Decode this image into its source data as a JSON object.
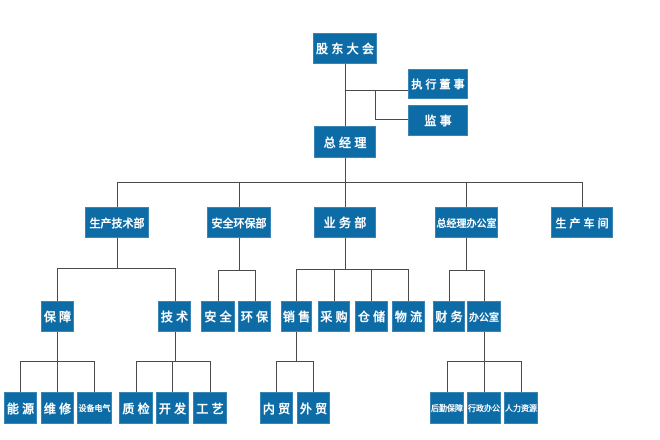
{
  "org": {
    "colors": {
      "node_fill": "#0d6ba6",
      "node_text": "#ffffff",
      "connector": "#4a4a4a",
      "background": "#ffffff"
    },
    "nodes": {
      "shareholders_meeting": {
        "label": "股 东 大 会"
      },
      "executive_director": {
        "label": "执 行 董 事"
      },
      "supervisor": {
        "label": "监 事"
      },
      "general_manager": {
        "label": "总 经 理"
      },
      "production_tech_dept": {
        "label": "生产技术部"
      },
      "safety_env_dept": {
        "label": "安全环保部"
      },
      "business_dept": {
        "label": "业 务 部"
      },
      "gm_office": {
        "label": "总经理办公室"
      },
      "production_workshop": {
        "label": "生 产 车 间"
      },
      "support": {
        "label": "保 障"
      },
      "technology": {
        "label": "技 术"
      },
      "safety": {
        "label": "安 全"
      },
      "environment": {
        "label": "环 保"
      },
      "sales": {
        "label": "销 售"
      },
      "procurement": {
        "label": "采 购"
      },
      "warehousing": {
        "label": "仓 储"
      },
      "logistics": {
        "label": "物 流"
      },
      "finance": {
        "label": "财 务"
      },
      "office": {
        "label": "办公室"
      },
      "energy": {
        "label": "能 源"
      },
      "maintenance": {
        "label": "维 修"
      },
      "equipment_electrical": {
        "label": "设备电气"
      },
      "quality_inspection": {
        "label": "质 检"
      },
      "development": {
        "label": "开 发"
      },
      "process": {
        "label": "工 艺"
      },
      "domestic_trade": {
        "label": "内 贸"
      },
      "foreign_trade": {
        "label": "外 贸"
      },
      "logistics_support": {
        "label": "后勤保障"
      },
      "admin_office": {
        "label": "行政办公"
      },
      "human_resources": {
        "label": "人力资源"
      }
    },
    "edges": [
      [
        "shareholders_meeting",
        "executive_director"
      ],
      [
        "shareholders_meeting",
        "supervisor"
      ],
      [
        "shareholders_meeting",
        "general_manager"
      ],
      [
        "general_manager",
        "production_tech_dept"
      ],
      [
        "general_manager",
        "safety_env_dept"
      ],
      [
        "general_manager",
        "business_dept"
      ],
      [
        "general_manager",
        "gm_office"
      ],
      [
        "general_manager",
        "production_workshop"
      ],
      [
        "production_tech_dept",
        "support"
      ],
      [
        "production_tech_dept",
        "technology"
      ],
      [
        "safety_env_dept",
        "safety"
      ],
      [
        "safety_env_dept",
        "environment"
      ],
      [
        "business_dept",
        "sales"
      ],
      [
        "business_dept",
        "procurement"
      ],
      [
        "business_dept",
        "warehousing"
      ],
      [
        "business_dept",
        "logistics"
      ],
      [
        "gm_office",
        "finance"
      ],
      [
        "gm_office",
        "office"
      ],
      [
        "support",
        "energy"
      ],
      [
        "support",
        "maintenance"
      ],
      [
        "support",
        "equipment_electrical"
      ],
      [
        "technology",
        "quality_inspection"
      ],
      [
        "technology",
        "development"
      ],
      [
        "technology",
        "process"
      ],
      [
        "sales",
        "domestic_trade"
      ],
      [
        "sales",
        "foreign_trade"
      ],
      [
        "office",
        "logistics_support"
      ],
      [
        "office",
        "admin_office"
      ],
      [
        "office",
        "human_resources"
      ]
    ]
  }
}
